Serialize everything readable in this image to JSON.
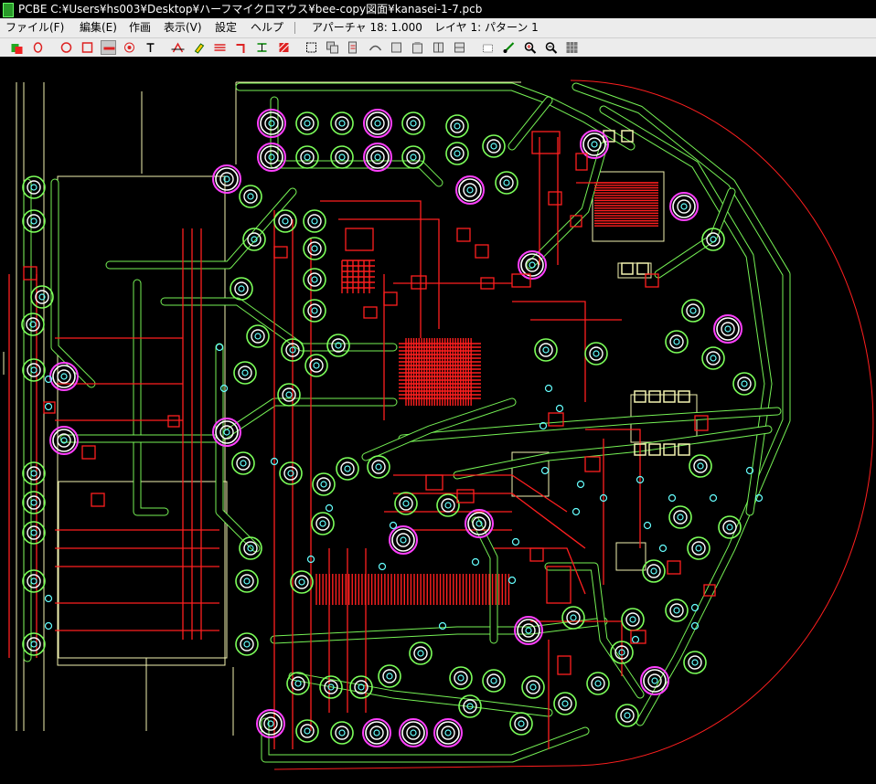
{
  "window": {
    "app": "PCBE",
    "file_path": "C:¥Users¥hs003¥Desktop¥ハーフマイクロマウス¥bee-copy図面¥kanasei-1-7.pcb"
  },
  "menu": {
    "file": "ファイル(F)",
    "edit": "編集(E)",
    "draw": "作画",
    "view": "表示(V)",
    "settings": "設定",
    "help": "ヘルプ"
  },
  "status": {
    "aperture": "アパーチャ 18: 1.000",
    "layer": "レイヤ 1: パターン 1"
  },
  "toolbar": {
    "buttons": [
      "layers",
      "oval",
      "circle",
      "square",
      "line",
      "target",
      "text",
      "angle",
      "highlighter",
      "multiline",
      "corner",
      "fillet",
      "hatch",
      "select",
      "copy",
      "move",
      "bend",
      "duplicate",
      "paste",
      "mirror",
      "flip",
      "rotate",
      "measure",
      "zoom-in",
      "zoom-out",
      "grid"
    ]
  },
  "colors": {
    "background": "#000000",
    "copper_top": "#ff1f1f",
    "copper_bottom": "#7cff5a",
    "silk": "#f2f2b0",
    "pad_ring": "#ff40ff",
    "hole": "#66ffff"
  }
}
